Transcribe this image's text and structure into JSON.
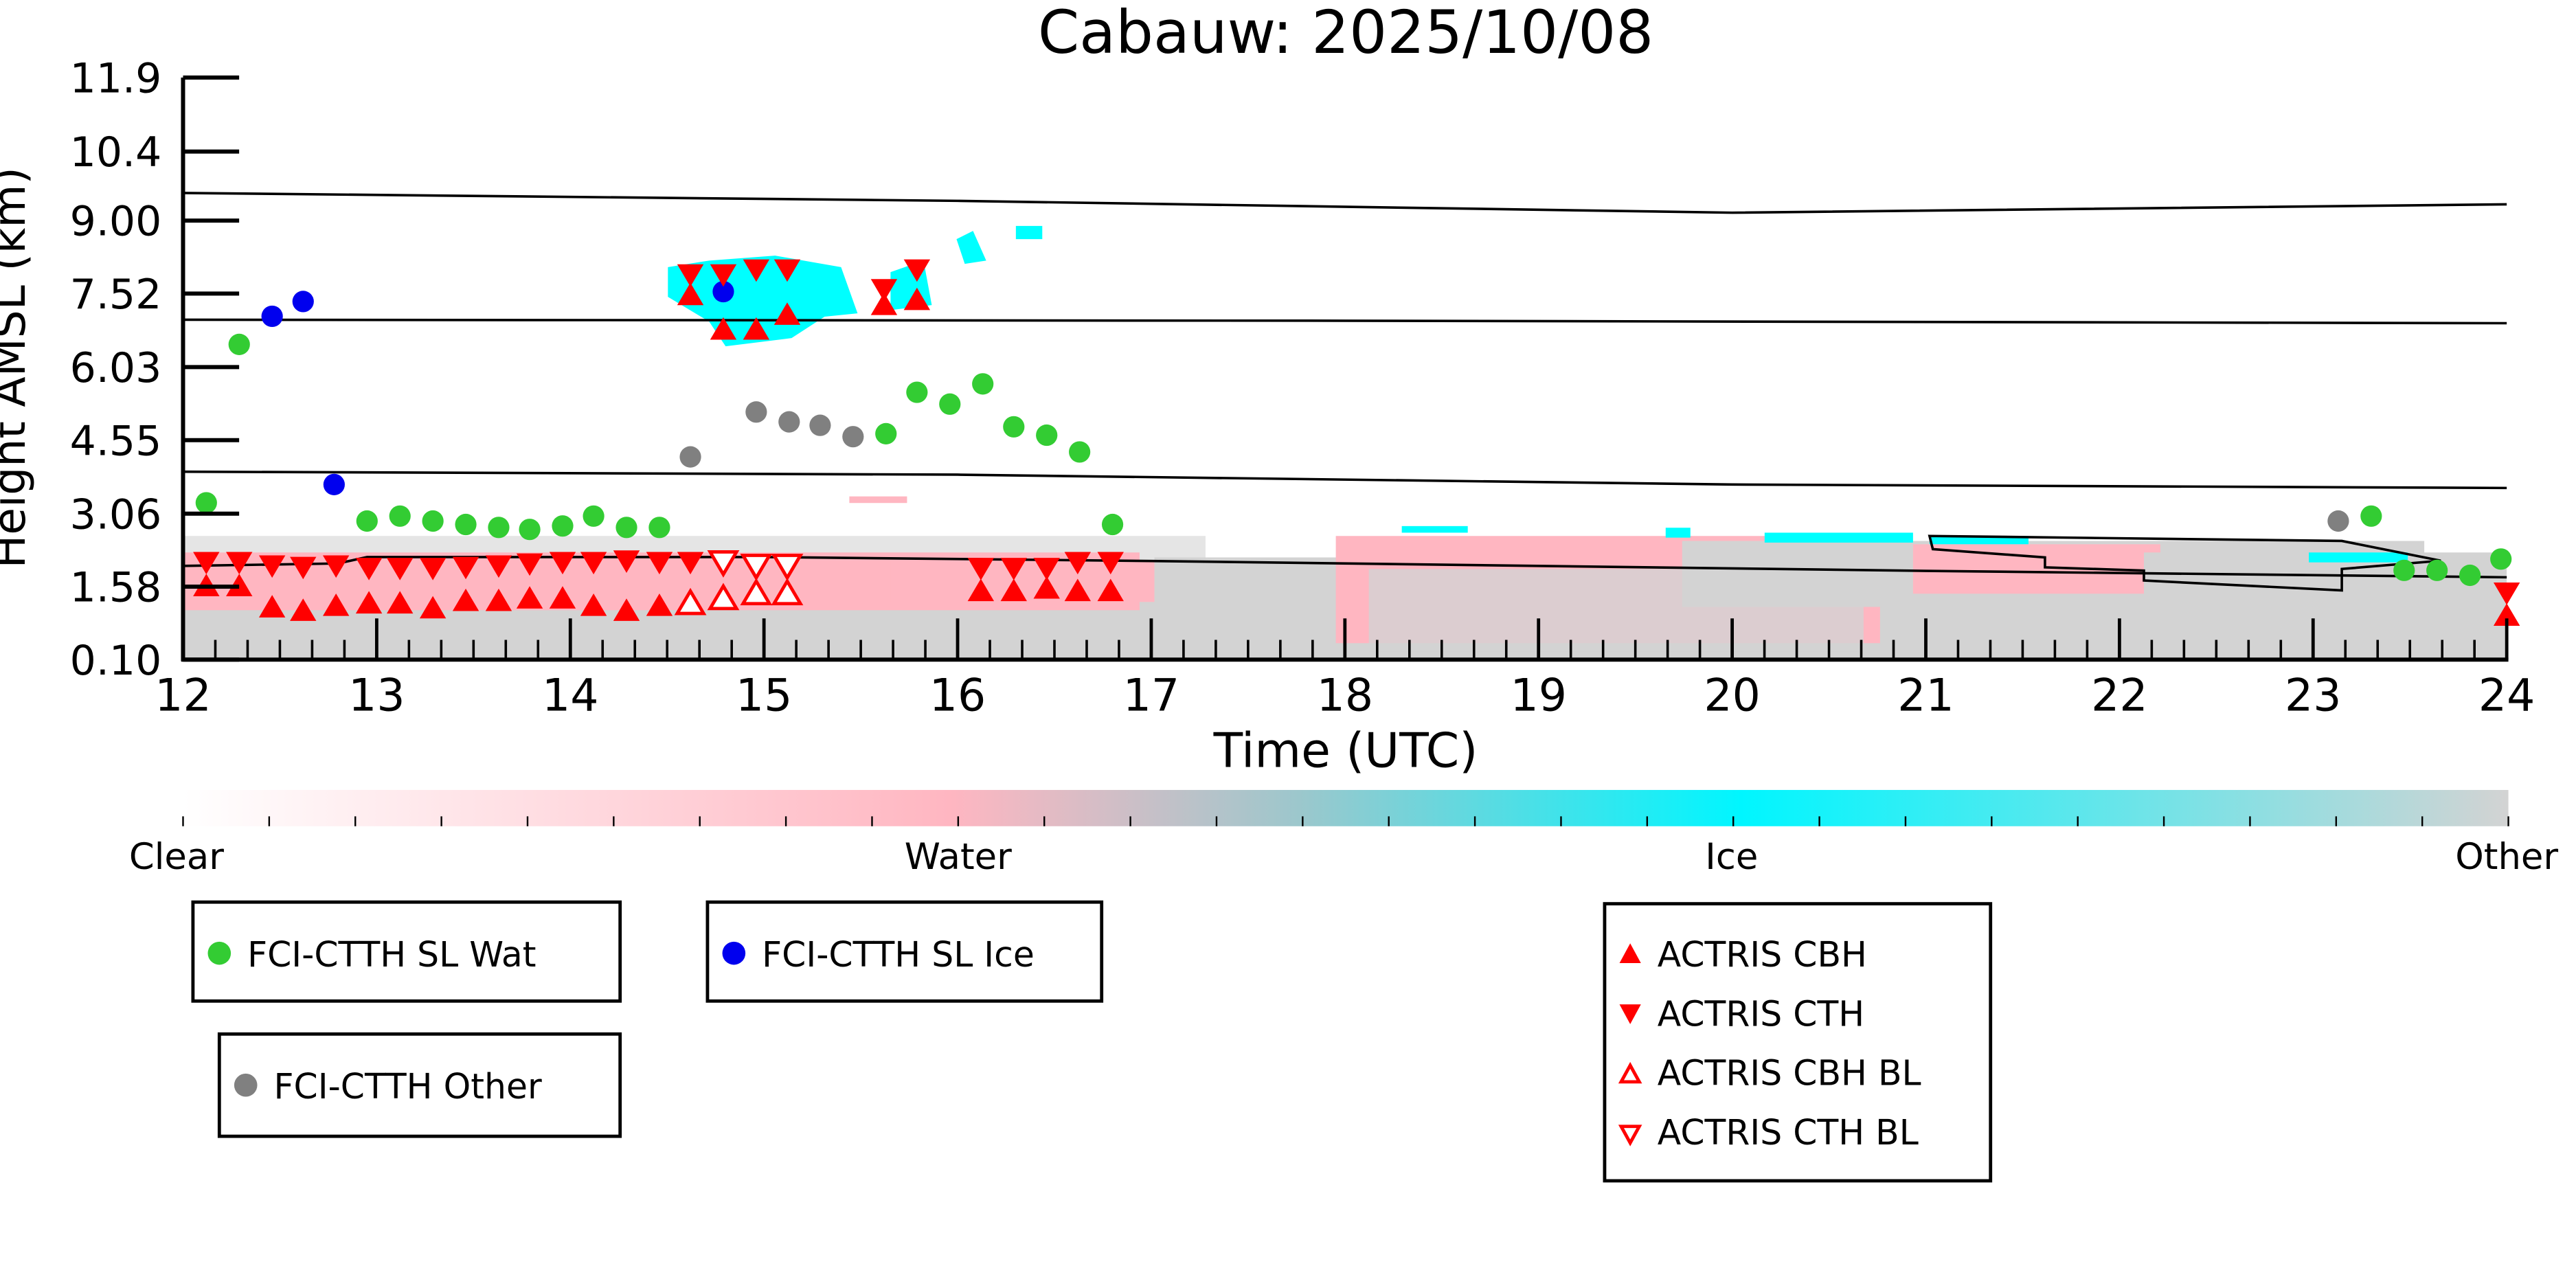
{
  "chart_data": {
    "type": "scatter",
    "title": "Cabauw: 2025/10/08",
    "xlabel": "Time (UTC)",
    "ylabel": "Height AMSL (km)",
    "xlim": [
      12,
      24
    ],
    "ylim": [
      0.1,
      11.9
    ],
    "x_ticks": [
      "12",
      "13",
      "14",
      "15",
      "16",
      "17",
      "18",
      "19",
      "20",
      "21",
      "22",
      "23",
      "24"
    ],
    "y_ticks": [
      "0.10",
      "1.58",
      "3.06",
      "4.55",
      "6.03",
      "7.52",
      "9.00",
      "10.4",
      "11.9"
    ],
    "colorbar": {
      "labels": [
        "Clear",
        "Water",
        "Ice",
        "Other"
      ],
      "colors": [
        "#ffffff",
        "#ffb6c1",
        "#00ffff",
        "#d3d3d3"
      ]
    },
    "series": [
      {
        "name": "FCI-CTTH SL Wat",
        "color": "#33cc33",
        "marker": "circle",
        "points": [
          [
            12.12,
            3.28
          ],
          [
            12.29,
            6.49
          ],
          [
            12.95,
            2.91
          ],
          [
            13.12,
            3.01
          ],
          [
            13.29,
            2.91
          ],
          [
            13.46,
            2.84
          ],
          [
            13.63,
            2.78
          ],
          [
            13.79,
            2.74
          ],
          [
            13.96,
            2.81
          ],
          [
            14.12,
            3.01
          ],
          [
            14.29,
            2.78
          ],
          [
            14.46,
            2.78
          ],
          [
            15.63,
            4.68
          ],
          [
            15.79,
            5.52
          ],
          [
            15.96,
            5.28
          ],
          [
            16.13,
            5.69
          ],
          [
            16.29,
            4.82
          ],
          [
            16.46,
            4.65
          ],
          [
            16.63,
            4.31
          ],
          [
            16.8,
            2.84
          ],
          [
            23.3,
            3.01
          ],
          [
            23.47,
            1.91
          ],
          [
            23.64,
            1.91
          ],
          [
            23.81,
            1.81
          ],
          [
            23.97,
            2.14
          ]
        ]
      },
      {
        "name": "FCI-CTTH SL Ice",
        "color": "#0000ee",
        "marker": "circle",
        "points": [
          [
            12.46,
            7.06
          ],
          [
            12.62,
            7.36
          ],
          [
            12.78,
            3.65
          ],
          [
            14.79,
            7.56
          ]
        ]
      },
      {
        "name": "FCI-CTTH Other",
        "color": "#808080",
        "marker": "circle",
        "points": [
          [
            14.62,
            4.21
          ],
          [
            14.96,
            5.12
          ],
          [
            15.13,
            4.92
          ],
          [
            15.29,
            4.85
          ],
          [
            15.46,
            4.62
          ],
          [
            23.13,
            2.91
          ]
        ]
      },
      {
        "name": "ACTRIS CBH",
        "color": "#ff0000",
        "marker": "triangle-up",
        "points": [
          [
            12.12,
            1.6
          ],
          [
            12.29,
            1.6
          ],
          [
            12.46,
            1.17
          ],
          [
            12.62,
            1.1
          ],
          [
            12.79,
            1.2
          ],
          [
            12.96,
            1.25
          ],
          [
            13.12,
            1.25
          ],
          [
            13.29,
            1.15
          ],
          [
            13.46,
            1.3
          ],
          [
            13.63,
            1.3
          ],
          [
            13.79,
            1.35
          ],
          [
            13.96,
            1.35
          ],
          [
            14.12,
            1.2
          ],
          [
            14.29,
            1.1
          ],
          [
            14.46,
            1.2
          ],
          [
            14.62,
            7.5
          ],
          [
            14.79,
            6.8
          ],
          [
            14.96,
            6.8
          ],
          [
            15.12,
            7.1
          ],
          [
            15.62,
            7.3
          ],
          [
            15.79,
            7.4
          ],
          [
            16.12,
            1.5
          ],
          [
            16.29,
            1.5
          ],
          [
            16.46,
            1.55
          ],
          [
            16.62,
            1.5
          ],
          [
            16.79,
            1.5
          ],
          [
            24.0,
            1.0
          ]
        ]
      },
      {
        "name": "ACTRIS CTH",
        "color": "#ff0000",
        "marker": "triangle-down",
        "points": [
          [
            12.12,
            2.07
          ],
          [
            12.29,
            2.07
          ],
          [
            12.46,
            2.0
          ],
          [
            12.62,
            1.97
          ],
          [
            12.79,
            2.0
          ],
          [
            12.96,
            1.95
          ],
          [
            13.12,
            1.95
          ],
          [
            13.29,
            1.95
          ],
          [
            13.46,
            1.97
          ],
          [
            13.63,
            2.0
          ],
          [
            13.79,
            2.04
          ],
          [
            13.96,
            2.07
          ],
          [
            14.12,
            2.07
          ],
          [
            14.29,
            2.1
          ],
          [
            14.46,
            2.07
          ],
          [
            14.62,
            2.07
          ],
          [
            14.62,
            7.9
          ],
          [
            14.79,
            7.9
          ],
          [
            14.96,
            8.0
          ],
          [
            15.12,
            8.0
          ],
          [
            15.62,
            7.6
          ],
          [
            15.79,
            8.0
          ],
          [
            16.12,
            1.95
          ],
          [
            16.29,
            1.95
          ],
          [
            16.46,
            1.95
          ],
          [
            16.62,
            2.07
          ],
          [
            16.79,
            2.07
          ],
          [
            24.0,
            1.45
          ]
        ]
      },
      {
        "name": "ACTRIS CBH BL",
        "color": "#ff0000",
        "marker": "triangle-up-open",
        "points": [
          [
            14.62,
            1.25
          ],
          [
            14.79,
            1.35
          ],
          [
            14.96,
            1.45
          ],
          [
            15.12,
            1.45
          ]
        ]
      },
      {
        "name": "ACTRIS CTH BL",
        "color": "#ff0000",
        "marker": "triangle-down-open",
        "points": [
          [
            14.79,
            2.07
          ],
          [
            14.96,
            2.0
          ],
          [
            15.12,
            2.0
          ]
        ]
      }
    ],
    "lines": [
      {
        "name": "level-1",
        "points": [
          [
            12,
            9.56
          ],
          [
            16,
            9.4
          ],
          [
            20,
            9.16
          ],
          [
            24,
            9.33
          ]
        ]
      },
      {
        "name": "level-2",
        "points": [
          [
            12,
            6.99
          ],
          [
            18,
            6.97
          ],
          [
            24,
            6.92
          ]
        ]
      },
      {
        "name": "level-3",
        "points": [
          [
            12,
            3.91
          ],
          [
            16,
            3.85
          ],
          [
            20,
            3.65
          ],
          [
            24,
            3.58
          ]
        ]
      },
      {
        "name": "level-4",
        "points": [
          [
            12,
            2.0
          ],
          [
            12.8,
            2.05
          ],
          [
            12.95,
            2.18
          ],
          [
            15,
            2.18
          ],
          [
            17,
            2.1
          ],
          [
            21,
            1.9
          ],
          [
            24,
            1.77
          ]
        ]
      }
    ],
    "legend": [
      {
        "label": "FCI-CTTH SL Wat",
        "position": "bottom-left"
      },
      {
        "label": "FCI-CTTH SL Ice",
        "position": "bottom-center-left"
      },
      {
        "label": "FCI-CTTH Other",
        "position": "bottom-left"
      },
      {
        "label": "ACTRIS CBH",
        "position": "bottom-right"
      },
      {
        "label": "ACTRIS CTH",
        "position": "bottom-right"
      },
      {
        "label": "ACTRIS CBH BL",
        "position": "bottom-right"
      },
      {
        "label": "ACTRIS CTH BL",
        "position": "bottom-right"
      }
    ]
  }
}
